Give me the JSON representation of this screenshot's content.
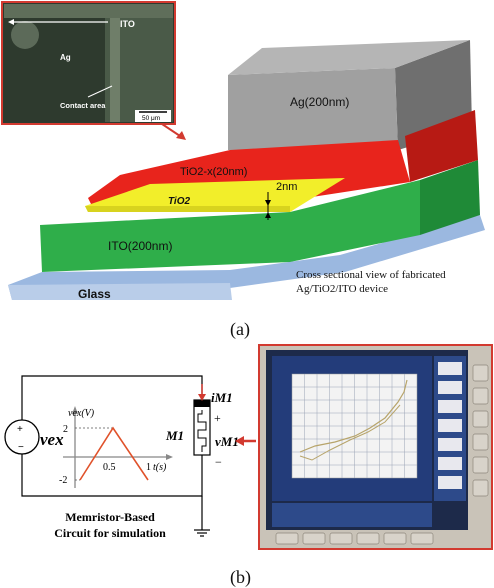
{
  "panel_a": {
    "caption": "(a)",
    "inset": {
      "ito_label": "ITO",
      "ag_label": "Ag",
      "contact_label": "Contact area",
      "scalebar_label": "50 μm"
    },
    "layers": {
      "ag": "Ag(200nm)",
      "tio2x": "TiO2-x(20nm)",
      "tio2": "TiO2",
      "thickness": "2nm",
      "ito": "ITO(200nm)",
      "glass": "Glass"
    },
    "description_line1": "Cross sectional view of fabricated",
    "description_line2": "Ag/TiO2/ITO device"
  },
  "panel_b": {
    "caption": "(b)",
    "source_label": "vex",
    "graph": {
      "ylabel": "vex(V)",
      "xlabel": "t(s)",
      "tick_y_top": "2",
      "tick_y_bottom": "-2",
      "tick_x_mid": "0.5",
      "tick_x_end": "1"
    },
    "current_label": "iM1",
    "memristor_label": "M1",
    "plus": "+",
    "minus": "−",
    "voltage_label": "vM1",
    "circuit_caption_line1": "Memristor-Based",
    "circuit_caption_line2": "Circuit for simulation"
  },
  "colors": {
    "ag": "#a0a0a0",
    "tio2x": "#e8241c",
    "tio2": "#f2ee2a",
    "ito": "#2fae4a",
    "glass": "#9bb8e0",
    "frame": "#d23a30"
  }
}
